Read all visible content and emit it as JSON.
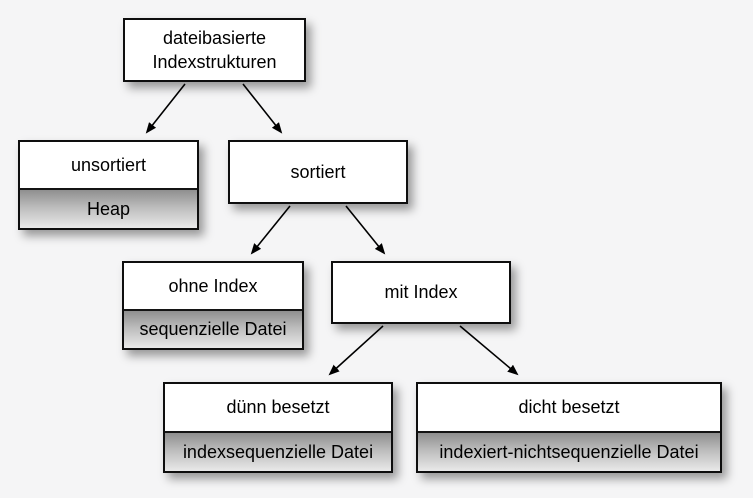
{
  "diagram": {
    "description": "Tree diagram of file-based index structures (German)",
    "colors": {
      "background": "#f5f5f6",
      "node_border": "#0e0e0e",
      "node_fill": "#ffffff",
      "footer_gradient_top": "#8f8f8f",
      "footer_gradient_bottom": "#e9e9e9",
      "text": "#000000",
      "arrow": "#000000"
    },
    "nodes": [
      {
        "id": "root",
        "label": "dateibasierte Indexstrukturen",
        "sublabel": ""
      },
      {
        "id": "unsortiert",
        "label": "unsortiert",
        "sublabel": "Heap"
      },
      {
        "id": "sortiert",
        "label": "sortiert",
        "sublabel": ""
      },
      {
        "id": "ohne-index",
        "label": "ohne Index",
        "sublabel": "sequenzielle Datei"
      },
      {
        "id": "mit-index",
        "label": "mit Index",
        "sublabel": ""
      },
      {
        "id": "duenn",
        "label": "dünn besetzt",
        "sublabel": "indexsequenzielle Datei"
      },
      {
        "id": "dicht",
        "label": "dicht besetzt",
        "sublabel": "indexiert-nichtsequenzielle Datei"
      }
    ],
    "edges": [
      {
        "from": "root",
        "to": "unsortiert"
      },
      {
        "from": "root",
        "to": "sortiert"
      },
      {
        "from": "sortiert",
        "to": "ohne-index"
      },
      {
        "from": "sortiert",
        "to": "mit-index"
      },
      {
        "from": "mit-index",
        "to": "duenn"
      },
      {
        "from": "mit-index",
        "to": "dicht"
      }
    ]
  }
}
